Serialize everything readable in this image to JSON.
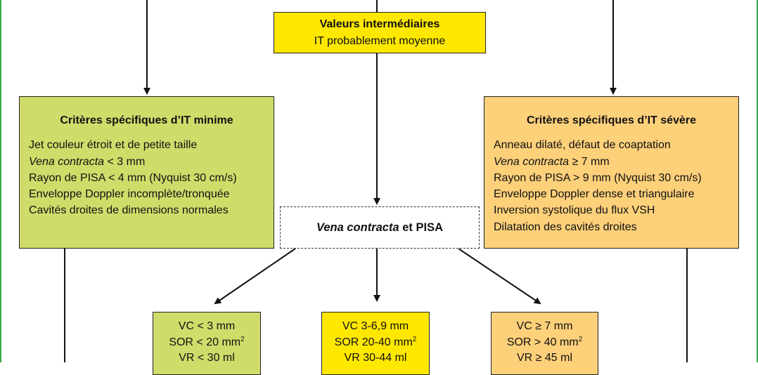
{
  "intermediate": {
    "title": "Valeurs intermédiaires",
    "subtitle": "IT probablement moyenne"
  },
  "minimal": {
    "title": "Critères spécifiques d’IT minime",
    "items": [
      {
        "italic": "",
        "text": "Jet couleur étroit et de petite taille"
      },
      {
        "italic": "Vena contracta",
        "text": " < 3 mm"
      },
      {
        "italic": "",
        "text": "Rayon de PISA < 4 mm (Nyquist 30 cm/s)"
      },
      {
        "italic": "",
        "text": "Enveloppe Doppler incomplète/tronquée"
      },
      {
        "italic": "",
        "text": "Cavités droites de dimensions normales"
      }
    ]
  },
  "severe": {
    "title": "Critères spécifiques d’IT sévère",
    "items": [
      {
        "italic": "",
        "text": "Anneau dilaté, défaut de coaptation"
      },
      {
        "italic": "Vena contracta",
        "text": " ≥ 7 mm"
      },
      {
        "italic": "",
        "text": "Rayon de PISA > 9 mm (Nyquist 30 cm/s)"
      },
      {
        "italic": "",
        "text": "Enveloppe Doppler dense et triangulaire"
      },
      {
        "italic": "",
        "text": "Inversion systolique du flux VSH"
      },
      {
        "italic": "",
        "text": "Dilatation des cavités droites"
      }
    ]
  },
  "method": {
    "italic": "Vena contracta",
    "text": " et PISA"
  },
  "values": {
    "low": {
      "vc": "VC < 3 mm",
      "sor": "SOR < 20 mm",
      "sor_sup": "2",
      "vr": "VR < 30 ml"
    },
    "mid": {
      "vc": "VC 3-6,9 mm",
      "sor": "SOR 20-40 mm",
      "sor_sup": "2",
      "vr": "VR 30-44 ml"
    },
    "high": {
      "vc": "VC ≥ 7 mm",
      "sor": "SOR > 40 mm",
      "sor_sup": "2",
      "vr": "VR ≥ 45 ml"
    }
  },
  "colors": {
    "yellow": "#ffe800",
    "green": "#cfdc6a",
    "orange": "#fdd07a",
    "frame": "#3aa64a"
  }
}
